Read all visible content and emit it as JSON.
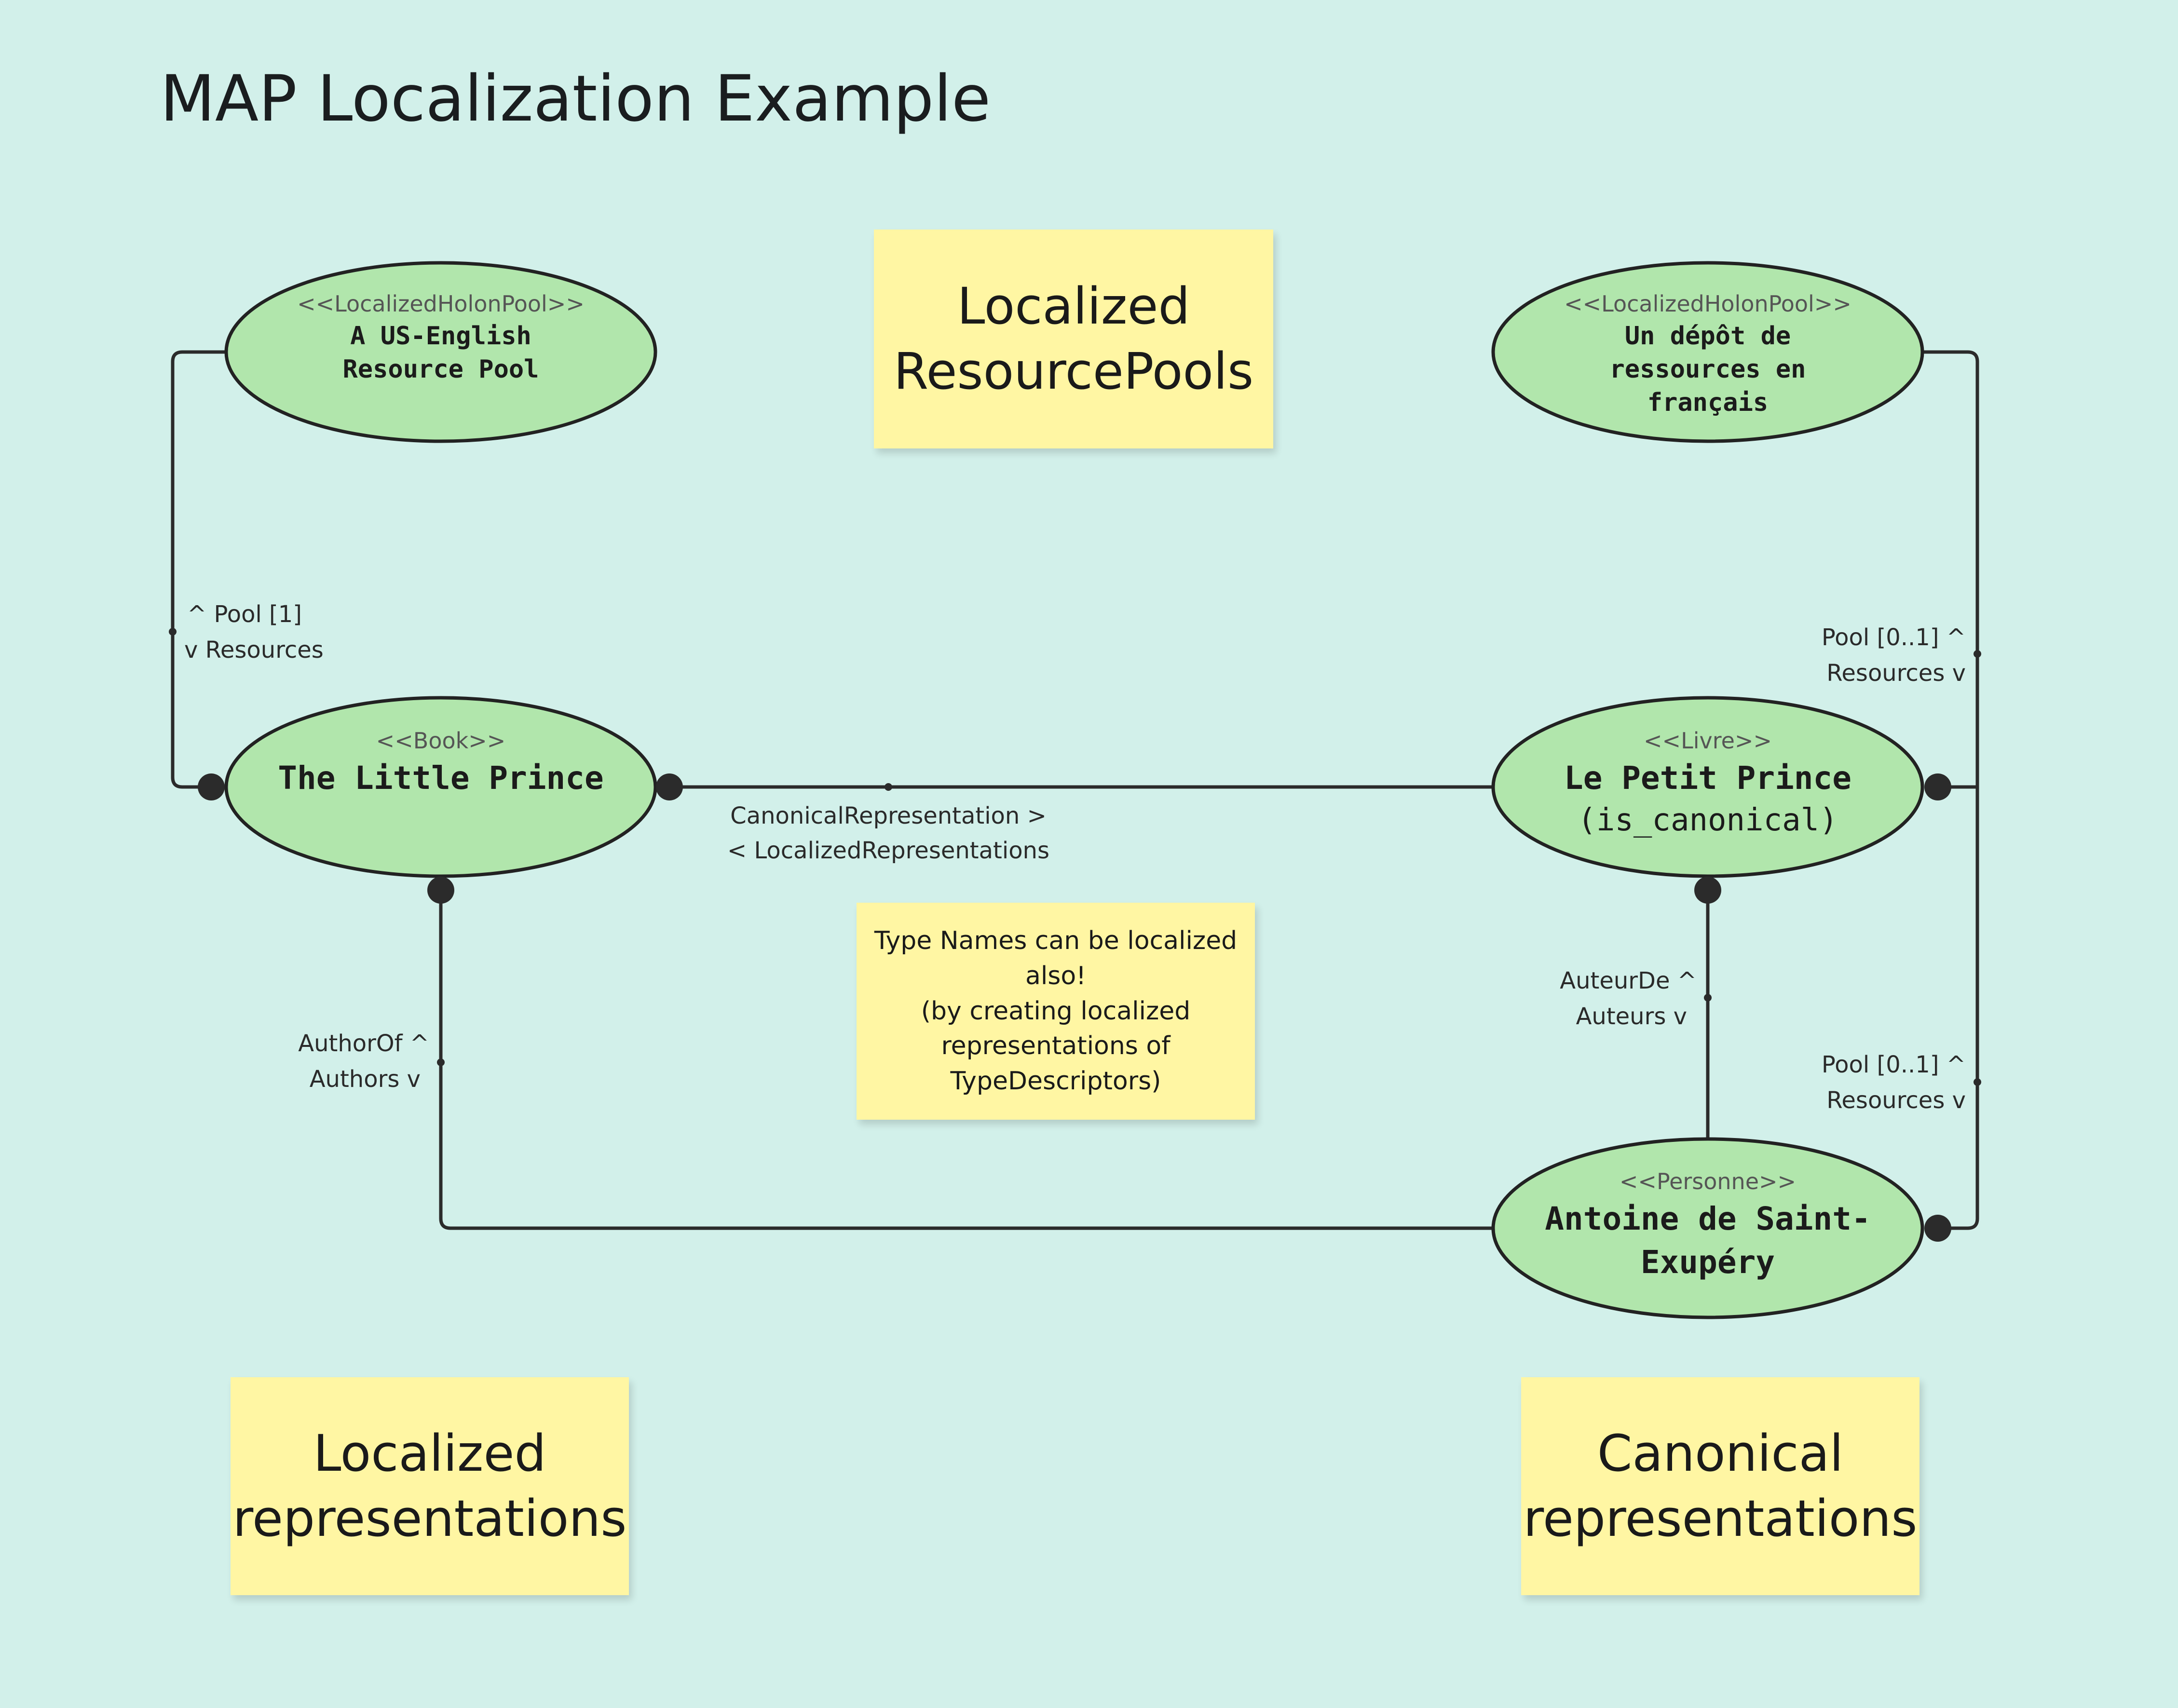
{
  "title": "MAP Localization Example",
  "nodes": {
    "us_pool": {
      "stereotype": "<<LocalizedHolonPool>>",
      "lines": [
        "A US-English",
        "Resource Pool"
      ]
    },
    "fr_pool": {
      "stereotype": "<<LocalizedHolonPool>>",
      "lines": [
        "Un dépôt de",
        "ressources en",
        "français"
      ]
    },
    "book": {
      "stereotype": "<<Book>>",
      "lines": [
        "The Little Prince"
      ]
    },
    "livre": {
      "stereotype": "<<Livre>>",
      "lines": [
        "Le Petit Prince"
      ],
      "sub": "(is_canonical)"
    },
    "personne": {
      "stereotype": "<<Personne>>",
      "lines": [
        "Antoine de Saint-",
        "Exupéry"
      ]
    }
  },
  "edge_labels": {
    "us_pool": [
      "^ Pool [1]",
      "v Resources"
    ],
    "fr_pool_livre": [
      "Pool [0..1] ^",
      "Resources v"
    ],
    "canonical": [
      "CanonicalRepresentation >",
      "< LocalizedRepresentations"
    ],
    "author_of": [
      "AuthorOf ^",
      "Authors v"
    ],
    "auteur_de": [
      "AuteurDe ^",
      "Auteurs v"
    ],
    "fr_pool_personne": [
      "Pool [0..1] ^",
      "Resources v"
    ]
  },
  "notes": {
    "localized_pools": [
      "Localized",
      "ResourcePools"
    ],
    "type_names": [
      "Type Names can be localized",
      "also!",
      "(by creating localized",
      "representations of",
      "TypeDescriptors)"
    ],
    "localized_reps": [
      "Localized",
      "representations"
    ],
    "canonical_reps": [
      "Canonical",
      "representations"
    ]
  },
  "colors": {
    "background": "#d2f0ea",
    "node_fill": "#b1e6ac",
    "sticky_fill": "#fff6a3",
    "line": "#2b2b2b"
  }
}
